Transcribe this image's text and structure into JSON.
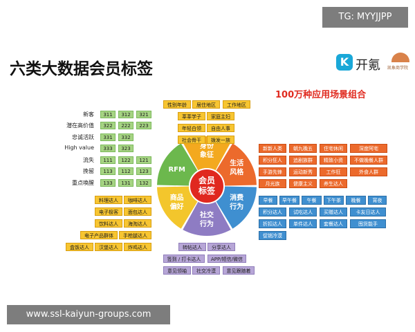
{
  "watermark": "TG: MYYJJPP",
  "title": "六类大数据会员标签",
  "logo": {
    "mark": "K",
    "text": "开氪",
    "sub": "凯象商学院"
  },
  "subtitle": "100万种应用场景组合",
  "center": {
    "line1": "会员",
    "line2": "标签"
  },
  "segments": [
    {
      "name": "身份象征",
      "line1": "身份",
      "line2": "象征",
      "color": "#f3a91f"
    },
    {
      "name": "生活风格",
      "line1": "生活",
      "line2": "风格",
      "color": "#ec6a2c"
    },
    {
      "name": "消费行为",
      "line1": "消费",
      "line2": "行为",
      "color": "#3f8fd0"
    },
    {
      "name": "社交行为",
      "line1": "社交",
      "line2": "行为",
      "color": "#8e7cc3"
    },
    {
      "name": "商品偏好",
      "line1": "商品",
      "line2": "偏好",
      "color": "#f3c62c"
    },
    {
      "name": "RFM",
      "line1": "RFM",
      "line2": "",
      "color": "#6cb84d"
    }
  ],
  "rfm": {
    "rows": [
      {
        "label": "新客",
        "codes": [
          "311",
          "312",
          "321"
        ]
      },
      {
        "label": "潜在高价值",
        "codes": [
          "322",
          "222",
          "223"
        ]
      },
      {
        "label": "忠诚活跃",
        "codes": [
          "331",
          "332",
          ""
        ]
      },
      {
        "label": "High value",
        "codes": [
          "333",
          "323",
          ""
        ]
      },
      {
        "label": "流失",
        "codes": [
          "111",
          "122",
          "121"
        ]
      },
      {
        "label": "挽留",
        "codes": [
          "113",
          "112",
          "123"
        ]
      },
      {
        "label": "重点唤醒",
        "codes": [
          "133",
          "131",
          "132"
        ]
      }
    ]
  },
  "identity": [
    [
      "性别年龄",
      "居住地区",
      "工作地区"
    ],
    [
      "莘莘学子",
      "家庭主妇"
    ],
    [
      "年轻白领",
      "自由人事"
    ],
    [
      "社会骨干",
      "拨发一族"
    ]
  ],
  "lifestyle": [
    [
      "新新人类",
      "朝九晚五",
      "住宅休闲",
      "深度阿宅"
    ],
    [
      "积分狂人",
      "追剧族群",
      "精致小资",
      "不做晚餐人群"
    ],
    [
      "手游先锋",
      "运动新秀",
      "工作狂",
      "外食人群"
    ],
    [
      "月光族",
      "健康主义",
      "养生达人"
    ]
  ],
  "consumption": [
    [
      "早餐",
      "早午餐",
      "午餐",
      "下午茶",
      "晚餐",
      "宵夜"
    ],
    [
      "积分达人",
      "试吃达人",
      "买赠达人",
      "卡友日达人"
    ],
    [
      "折扣达人",
      "单件达人",
      "套餐达人",
      "囤货能手"
    ],
    [
      "促销冷漠"
    ]
  ],
  "social": [
    [
      "转帖达人",
      "分享达人"
    ],
    [
      "签到 / 打卡达人",
      "APP/短信/微信"
    ],
    [
      "意见领袖",
      "社交冷漠",
      "意见跟随着"
    ]
  ],
  "product": [
    [
      "料理达人",
      "咖啡达人"
    ],
    [
      "电子极客",
      "面包达人"
    ],
    [
      "饮料达人",
      "海淘达人"
    ],
    [
      "电子产品群体",
      "手枪腿达人"
    ],
    [
      "盒饭达人",
      "汉堡达人",
      "炸鸡达人"
    ]
  ],
  "footer": "www.ssl-kaiyun-groups.com"
}
